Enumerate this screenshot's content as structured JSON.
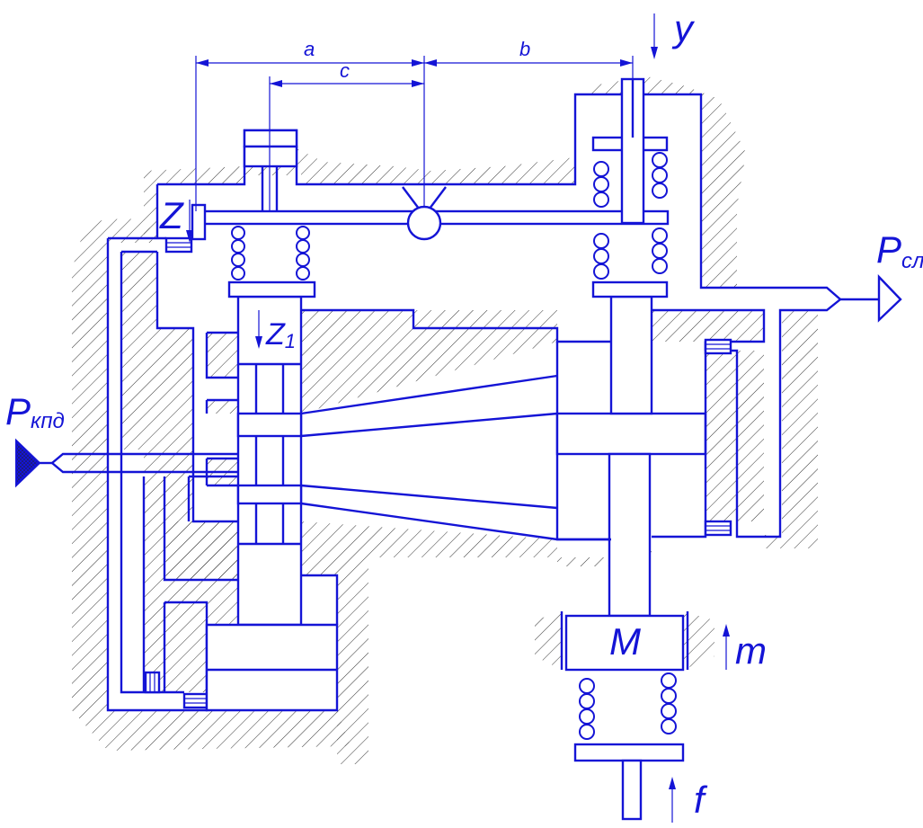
{
  "labels": {
    "dim_a": "a",
    "dim_b": "b",
    "dim_c": "c",
    "y": "y",
    "z": "Z",
    "z1_main": "Z",
    "z1_sub": "1",
    "p_out_main": "P",
    "p_out_sub": "сл",
    "p_in_main": "P",
    "p_in_sub": "кпд",
    "mass": "M",
    "m": "m",
    "f": "f"
  },
  "colors": {
    "line": "#1414d6",
    "hatch": "#333333",
    "background": "#ffffff"
  }
}
